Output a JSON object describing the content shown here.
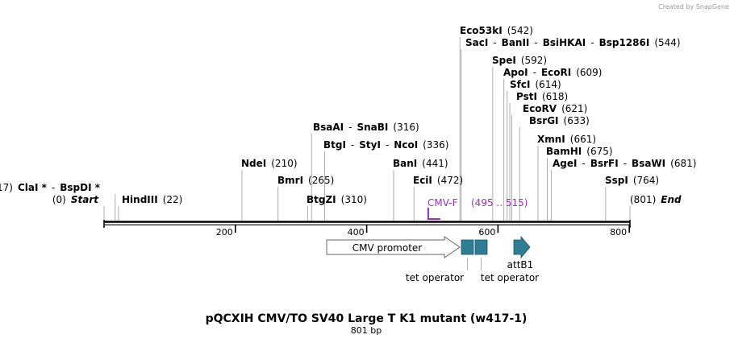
{
  "credit": "Created by SnapGene",
  "title": "pQCXIH CMV/TO SV40 Large T K1 mutant (w417-1)",
  "subtitle": "801 bp",
  "length": 801,
  "ticks": [
    "200",
    "400",
    "600",
    "800"
  ],
  "colors": {
    "feature": "#2e7d95",
    "primer": "#9b30c8",
    "leader": "#999999"
  },
  "sites": [
    {
      "parts": [
        {
          "t": "(0)",
          "s": "n"
        },
        {
          "t": "Start",
          "s": "bi"
        }
      ],
      "pos": 0
    },
    {
      "parts": [
        {
          "t": "(801)",
          "s": "n"
        },
        {
          "t": "End",
          "s": "bi",
          "first": true
        }
      ],
      "pos": 801
    },
    {
      "parts": [
        {
          "t": "17)",
          "s": "n"
        },
        {
          "t": "ClaI *",
          "s": "b"
        },
        {
          "t": "-",
          "s": "n"
        },
        {
          "t": "BspDI *",
          "s": "b"
        }
      ],
      "pos": 17
    },
    {
      "parts": [
        {
          "t": "HindIII",
          "s": "b"
        },
        {
          "t": "(22)",
          "s": "n"
        }
      ],
      "pos": 22
    },
    {
      "parts": [
        {
          "t": "NdeI",
          "s": "b"
        },
        {
          "t": "(210)",
          "s": "n"
        }
      ],
      "pos": 210
    },
    {
      "parts": [
        {
          "t": "BmrI",
          "s": "b"
        },
        {
          "t": "(265)",
          "s": "n"
        }
      ],
      "pos": 265
    },
    {
      "parts": [
        {
          "t": "BtgZI",
          "s": "b"
        },
        {
          "t": "(310)",
          "s": "n"
        }
      ],
      "pos": 310
    },
    {
      "parts": [
        {
          "t": "BsaAI",
          "s": "b"
        },
        {
          "t": "-",
          "s": "n"
        },
        {
          "t": "SnaBI",
          "s": "b"
        },
        {
          "t": "(316)",
          "s": "n"
        }
      ],
      "pos": 316
    },
    {
      "parts": [
        {
          "t": "BtgI",
          "s": "b"
        },
        {
          "t": "-",
          "s": "n"
        },
        {
          "t": "StyI",
          "s": "b"
        },
        {
          "t": "-",
          "s": "n"
        },
        {
          "t": "NcoI",
          "s": "b"
        },
        {
          "t": "(336)",
          "s": "n"
        }
      ],
      "pos": 336
    },
    {
      "parts": [
        {
          "t": "BanI",
          "s": "b"
        },
        {
          "t": "(441)",
          "s": "n"
        }
      ],
      "pos": 441
    },
    {
      "parts": [
        {
          "t": "EciI",
          "s": "b"
        },
        {
          "t": "(472)",
          "s": "n"
        }
      ],
      "pos": 472
    },
    {
      "parts": [
        {
          "t": "Eco53kI",
          "s": "b"
        },
        {
          "t": "(542)",
          "s": "n"
        }
      ],
      "pos": 542
    },
    {
      "parts": [
        {
          "t": "SacI",
          "s": "b"
        },
        {
          "t": "-",
          "s": "n"
        },
        {
          "t": "BanII",
          "s": "b"
        },
        {
          "t": "-",
          "s": "n"
        },
        {
          "t": "BsiHKAI",
          "s": "b"
        },
        {
          "t": "-",
          "s": "n"
        },
        {
          "t": "Bsp1286I",
          "s": "b"
        },
        {
          "t": "(544)",
          "s": "n"
        }
      ],
      "pos": 544
    },
    {
      "parts": [
        {
          "t": "SpeI",
          "s": "b"
        },
        {
          "t": "(592)",
          "s": "n"
        }
      ],
      "pos": 592
    },
    {
      "parts": [
        {
          "t": "ApoI",
          "s": "b"
        },
        {
          "t": "-",
          "s": "n"
        },
        {
          "t": "EcoRI",
          "s": "b"
        },
        {
          "t": "(609)",
          "s": "n"
        }
      ],
      "pos": 609
    },
    {
      "parts": [
        {
          "t": "SfcI",
          "s": "b"
        },
        {
          "t": "(614)",
          "s": "n"
        }
      ],
      "pos": 614
    },
    {
      "parts": [
        {
          "t": "PstI",
          "s": "b"
        },
        {
          "t": "(618)",
          "s": "n"
        }
      ],
      "pos": 618
    },
    {
      "parts": [
        {
          "t": "EcoRV",
          "s": "b"
        },
        {
          "t": "(621)",
          "s": "n"
        }
      ],
      "pos": 621
    },
    {
      "parts": [
        {
          "t": "BsrGI",
          "s": "b"
        },
        {
          "t": "(633)",
          "s": "n"
        }
      ],
      "pos": 633
    },
    {
      "parts": [
        {
          "t": "XmnI",
          "s": "b"
        },
        {
          "t": "(661)",
          "s": "n"
        }
      ],
      "pos": 661
    },
    {
      "parts": [
        {
          "t": "BamHI",
          "s": "b"
        },
        {
          "t": "(675)",
          "s": "n"
        }
      ],
      "pos": 675
    },
    {
      "parts": [
        {
          "t": "AgeI",
          "s": "b"
        },
        {
          "t": "-",
          "s": "n"
        },
        {
          "t": "BsrFI",
          "s": "b"
        },
        {
          "t": "-",
          "s": "n"
        },
        {
          "t": "BsaWI",
          "s": "b"
        },
        {
          "t": "(681)",
          "s": "n"
        }
      ],
      "pos": 681
    },
    {
      "parts": [
        {
          "t": "SspI",
          "s": "b"
        },
        {
          "t": "(764)",
          "s": "n"
        }
      ],
      "pos": 764
    }
  ],
  "primer": {
    "name": "CMV-F",
    "range": "(495 .. 515)",
    "start": 495,
    "end": 515
  },
  "features": [
    {
      "name": "CMV promoter",
      "type": "arrow",
      "start": 340,
      "end": 540
    },
    {
      "name": "tet operator",
      "type": "box",
      "start": 546,
      "end": 565
    },
    {
      "name": "tet operator",
      "type": "box",
      "start": 566,
      "end": 585
    },
    {
      "name": "attB1",
      "type": "arrow",
      "start": 625,
      "end": 650
    }
  ]
}
